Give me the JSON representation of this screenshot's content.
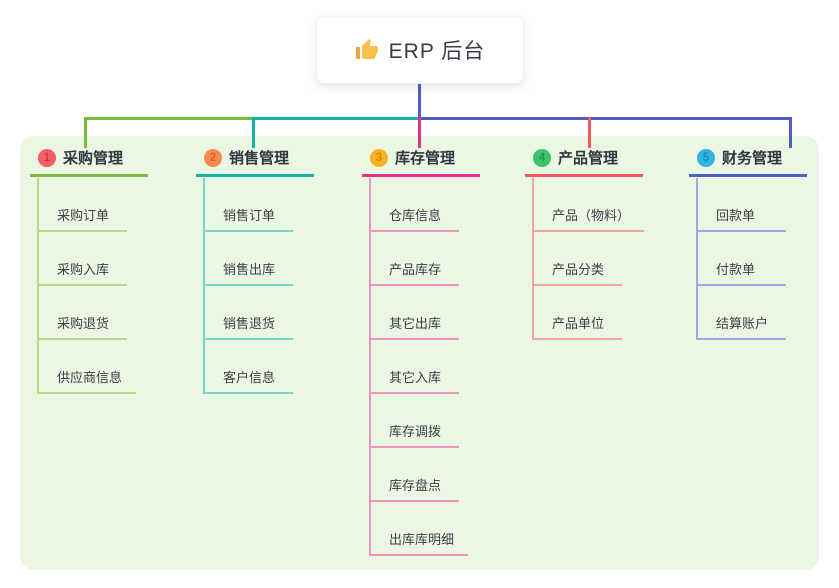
{
  "root": {
    "icon": "thumbs-up-icon",
    "title": "ERP 后台"
  },
  "panel": {
    "bg": "#EAF7E3"
  },
  "root_line_color": "#4D5EC5",
  "branches": [
    {
      "badge": "1",
      "badge_bg": "#F25F68",
      "badge_fg": "#C93B49",
      "label": "采购管理",
      "color": "#7CB93F",
      "light": "#B3D98A",
      "children": [
        "采购订单",
        "采购入库",
        "采购退货",
        "供应商信息"
      ]
    },
    {
      "badge": "2",
      "badge_bg": "#FB8A50",
      "badge_fg": "#D2652B",
      "label": "销售管理",
      "color": "#16B3AB",
      "light": "#7BD2CA",
      "children": [
        "销售订单",
        "销售出库",
        "销售退货",
        "客户信息"
      ]
    },
    {
      "badge": "3",
      "badge_bg": "#F9B224",
      "badge_fg": "#D88A00",
      "label": "库存管理",
      "color": "#E1318F",
      "light": "#F090C1",
      "children": [
        "仓库信息",
        "产品库存",
        "其它出库",
        "其它入库",
        "库存调拨",
        "库存盘点",
        "出库库明细"
      ]
    },
    {
      "badge": "4",
      "badge_bg": "#3EC56A",
      "badge_fg": "#279A4F",
      "label": "产品管理",
      "color": "#F0585C",
      "light": "#F5A3A0",
      "children": [
        "产品（物料）",
        "产品分类",
        "产品单位"
      ]
    },
    {
      "badge": "5",
      "badge_bg": "#31B5E9",
      "badge_fg": "#1C8BBF",
      "label": "财务管理",
      "color": "#4D5EC5",
      "light": "#9AA9E0",
      "children": [
        "回款单",
        "付款单",
        "结算账户"
      ]
    }
  ]
}
